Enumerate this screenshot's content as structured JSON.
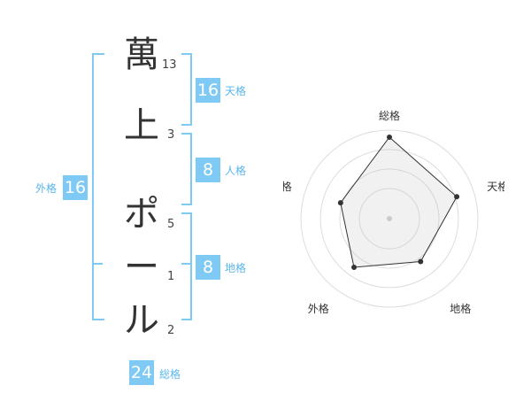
{
  "name": {
    "chars": [
      {
        "char": "萬",
        "strokes": "13"
      },
      {
        "char": "上",
        "strokes": "3"
      },
      {
        "char": "ポ",
        "strokes": "5"
      },
      {
        "char": "ー",
        "strokes": "1"
      },
      {
        "char": "ル",
        "strokes": "2"
      }
    ]
  },
  "scores": {
    "tenkaku": {
      "value": "16",
      "label": "天格"
    },
    "jinkaku": {
      "value": "8",
      "label": "人格"
    },
    "chikaku": {
      "value": "8",
      "label": "地格"
    },
    "gaikaku": {
      "value": "16",
      "label": "外格"
    },
    "soukaku": {
      "value": "24",
      "label": "総格"
    }
  },
  "radar": {
    "axes": [
      "総格",
      "天格",
      "地格",
      "外格",
      "人格"
    ],
    "levels": [
      0.92,
      0.8,
      0.6,
      0.68,
      0.58
    ]
  },
  "colors": {
    "accent": "#7fcaf4",
    "label": "#5bb6ea",
    "text": "#333333"
  }
}
